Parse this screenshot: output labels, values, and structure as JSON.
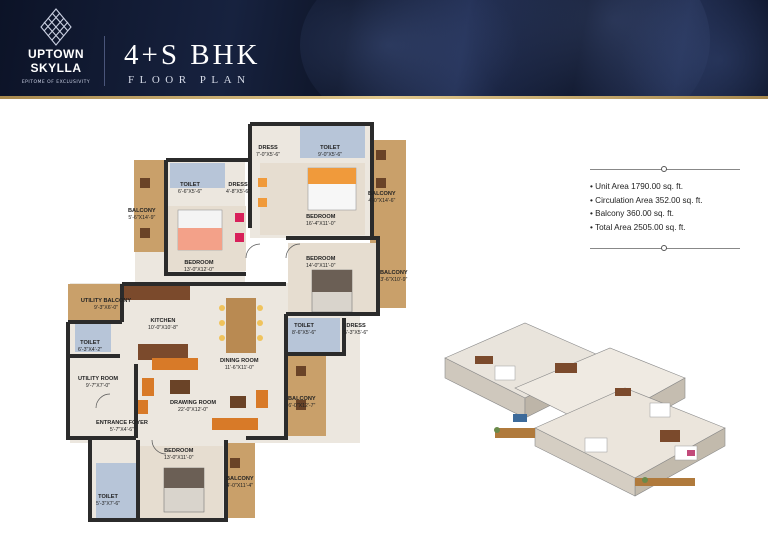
{
  "brand": {
    "name_line1": "UPTOWN",
    "name_line2": "SKYLLA",
    "tagline": "EPITOME OF EXCLUSIVITY"
  },
  "header": {
    "title": "4+S BHK",
    "subtitle": "FLOOR PLAN"
  },
  "rooms": [
    {
      "name": "DRESS",
      "size": "7'-0\"X5'-6\""
    },
    {
      "name": "TOILET",
      "size": "9'-0\"X5'-6\""
    },
    {
      "name": "TOILET",
      "size": "6'-6\"X5'-6\""
    },
    {
      "name": "DRESS",
      "size": "4'-8\"X5'-6\""
    },
    {
      "name": "BALCONY",
      "size": "5'-6\"X14'-9\""
    },
    {
      "name": "BEDROOM",
      "size": "16'-4\"X11'-0\""
    },
    {
      "name": "BALCONY",
      "size": "4'-0\"X14'-6\""
    },
    {
      "name": "BEDROOM",
      "size": "13'-0\"X12'-0\""
    },
    {
      "name": "BEDROOM",
      "size": "14'-0\"X11'-0\""
    },
    {
      "name": "BALCONY",
      "size": "3'-6\"X10'-9\""
    },
    {
      "name": "UTILITY BALCONY",
      "size": "9'-3\"X6'-0\""
    },
    {
      "name": "KITCHEN",
      "size": "10'-0\"X10'-8\""
    },
    {
      "name": "TOILET",
      "size": "8'-6\"X5'-6\""
    },
    {
      "name": "DRESS",
      "size": "5'-3\"X5'-6\""
    },
    {
      "name": "TOILET",
      "size": "6'-3\"X4'-2\""
    },
    {
      "name": "DINING ROOM",
      "size": "11'-6\"X11'-0\""
    },
    {
      "name": "UTILITY ROOM",
      "size": "9'-7\"X7'-0\""
    },
    {
      "name": "DRAWING ROOM",
      "size": "22'-0\"X12'-0\""
    },
    {
      "name": "BALCONY",
      "size": "6'-0\"X12'-7\""
    },
    {
      "name": "ENTRANCE FOYER",
      "size": "5'-7\"X4'-6\""
    },
    {
      "name": "BEDROOM",
      "size": "13'-0\"X11'-0\""
    },
    {
      "name": "BALCONY",
      "size": "4'-0\"X11'-4\""
    },
    {
      "name": "TOILET",
      "size": "5'-3\"X7'-6\""
    }
  ],
  "areas": [
    "Unit Area 1790.00 sq. ft.",
    "Circulation Area 352.00 sq. ft.",
    "Balcony 360.00 sq. ft.",
    "Total Area 2505.00 sq. ft."
  ],
  "colors": {
    "header_navy": "#111a33",
    "gold": "#c9ad72",
    "wall": "#2b2b2b",
    "floor": "#ece7df",
    "wood": "#b07a3c"
  }
}
